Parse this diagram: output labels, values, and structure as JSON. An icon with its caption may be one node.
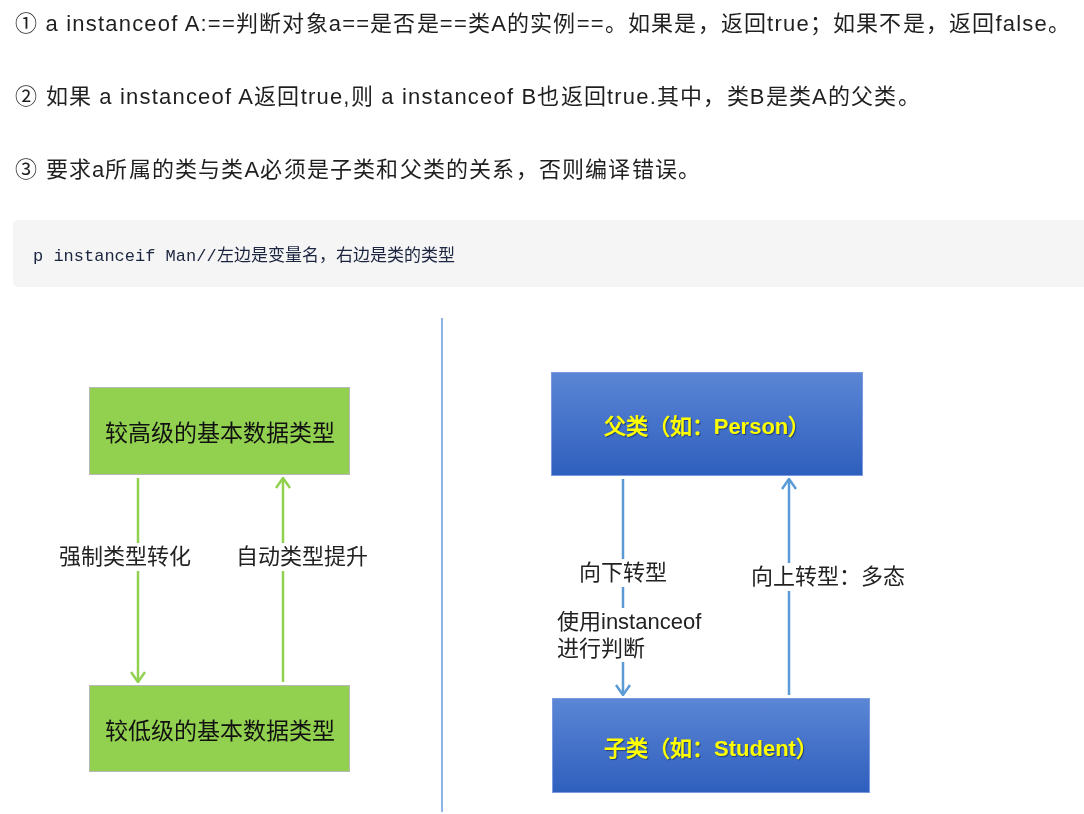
{
  "diagram": {
    "nodes": [
      {
        "text": [
          "较高级的基本数据类型"
        ]
      },
      {
        "text": [
          "较低级的基本数据类型"
        ]
      },
      {
        "text": [
          "父类（如：Person）"
        ]
      },
      {
        "text": [
          "子类（如：Student）"
        ]
      }
    ],
    "edges": [
      {
        "from": 0,
        "to": 1,
        "arrow": "to",
        "label": "强制类型转化",
        "color": "#92d050"
      },
      {
        "from": 1,
        "to": 0,
        "arrow": "to",
        "label": "自动类型提升",
        "color": "#92d050"
      },
      {
        "from": 2,
        "to": 3,
        "arrow": "to",
        "label": "向下转型",
        "color": "#5b9bd5"
      },
      {
        "from": 3,
        "to": 2,
        "arrow": "to",
        "label": "向上转型：多态",
        "color": "#5b9bd5"
      }
    ],
    "labels": [
      "① a instanceof A:==判断对象a==是否是==类A的实例==。如果是，返回true；如果不是，返回false。",
      "② 如果 a instanceof A返回true,则 a instanceof B也返回true.其中，类B是类A的父类。",
      "③ 要求a所属的类与类A必须是子类和父类的关系，否则编译错误。",
      "p instanceif Man//左边是变量名，右边是类的类型",
      "使用instanceof进行判断"
    ]
  }
}
